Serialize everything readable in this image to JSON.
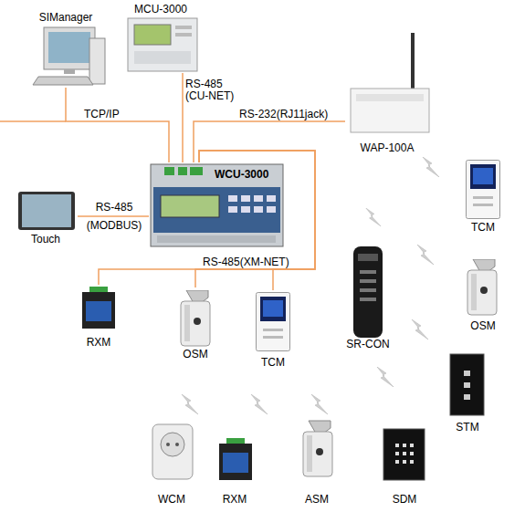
{
  "diagram": {
    "nodes": [
      {
        "text": [
          "SIManager"
        ]
      },
      {
        "text": [
          "MCU-3000"
        ]
      },
      {
        "text": [
          "WAP-100A"
        ]
      },
      {
        "text": [
          "WCU-3000"
        ]
      },
      {
        "text": [
          "Touch"
        ]
      },
      {
        "text": [
          "TCM"
        ]
      },
      {
        "text": [
          "OSM"
        ]
      },
      {
        "text": [
          "SR-CON"
        ]
      },
      {
        "text": [
          "STM"
        ]
      },
      {
        "text": [
          "RXM"
        ]
      },
      {
        "text": [
          "OSM"
        ]
      },
      {
        "text": [
          "TCM"
        ]
      },
      {
        "text": [
          "WCM"
        ]
      },
      {
        "text": [
          "RXM"
        ]
      },
      {
        "text": [
          "ASM"
        ]
      },
      {
        "text": [
          "SDM"
        ]
      }
    ],
    "edges": [
      {
        "from": 0,
        "to": 3,
        "label": "TCP/IP",
        "arrow": "none"
      },
      {
        "from": 1,
        "to": 3,
        "label": "RS-485 (CU-NET)",
        "arrow": "none"
      },
      {
        "from": 2,
        "to": 3,
        "label": "RS-232(RJ11jack)",
        "arrow": "none"
      },
      {
        "from": 4,
        "to": 3,
        "label": "RS-485 (MODBUS)",
        "arrow": "none"
      },
      {
        "from": 3,
        "to": 9,
        "label": "RS-485(XM-NET)",
        "arrow": "none"
      },
      {
        "from": 3,
        "to": 10,
        "arrow": "none"
      },
      {
        "from": 3,
        "to": 11,
        "arrow": "none"
      }
    ]
  }
}
